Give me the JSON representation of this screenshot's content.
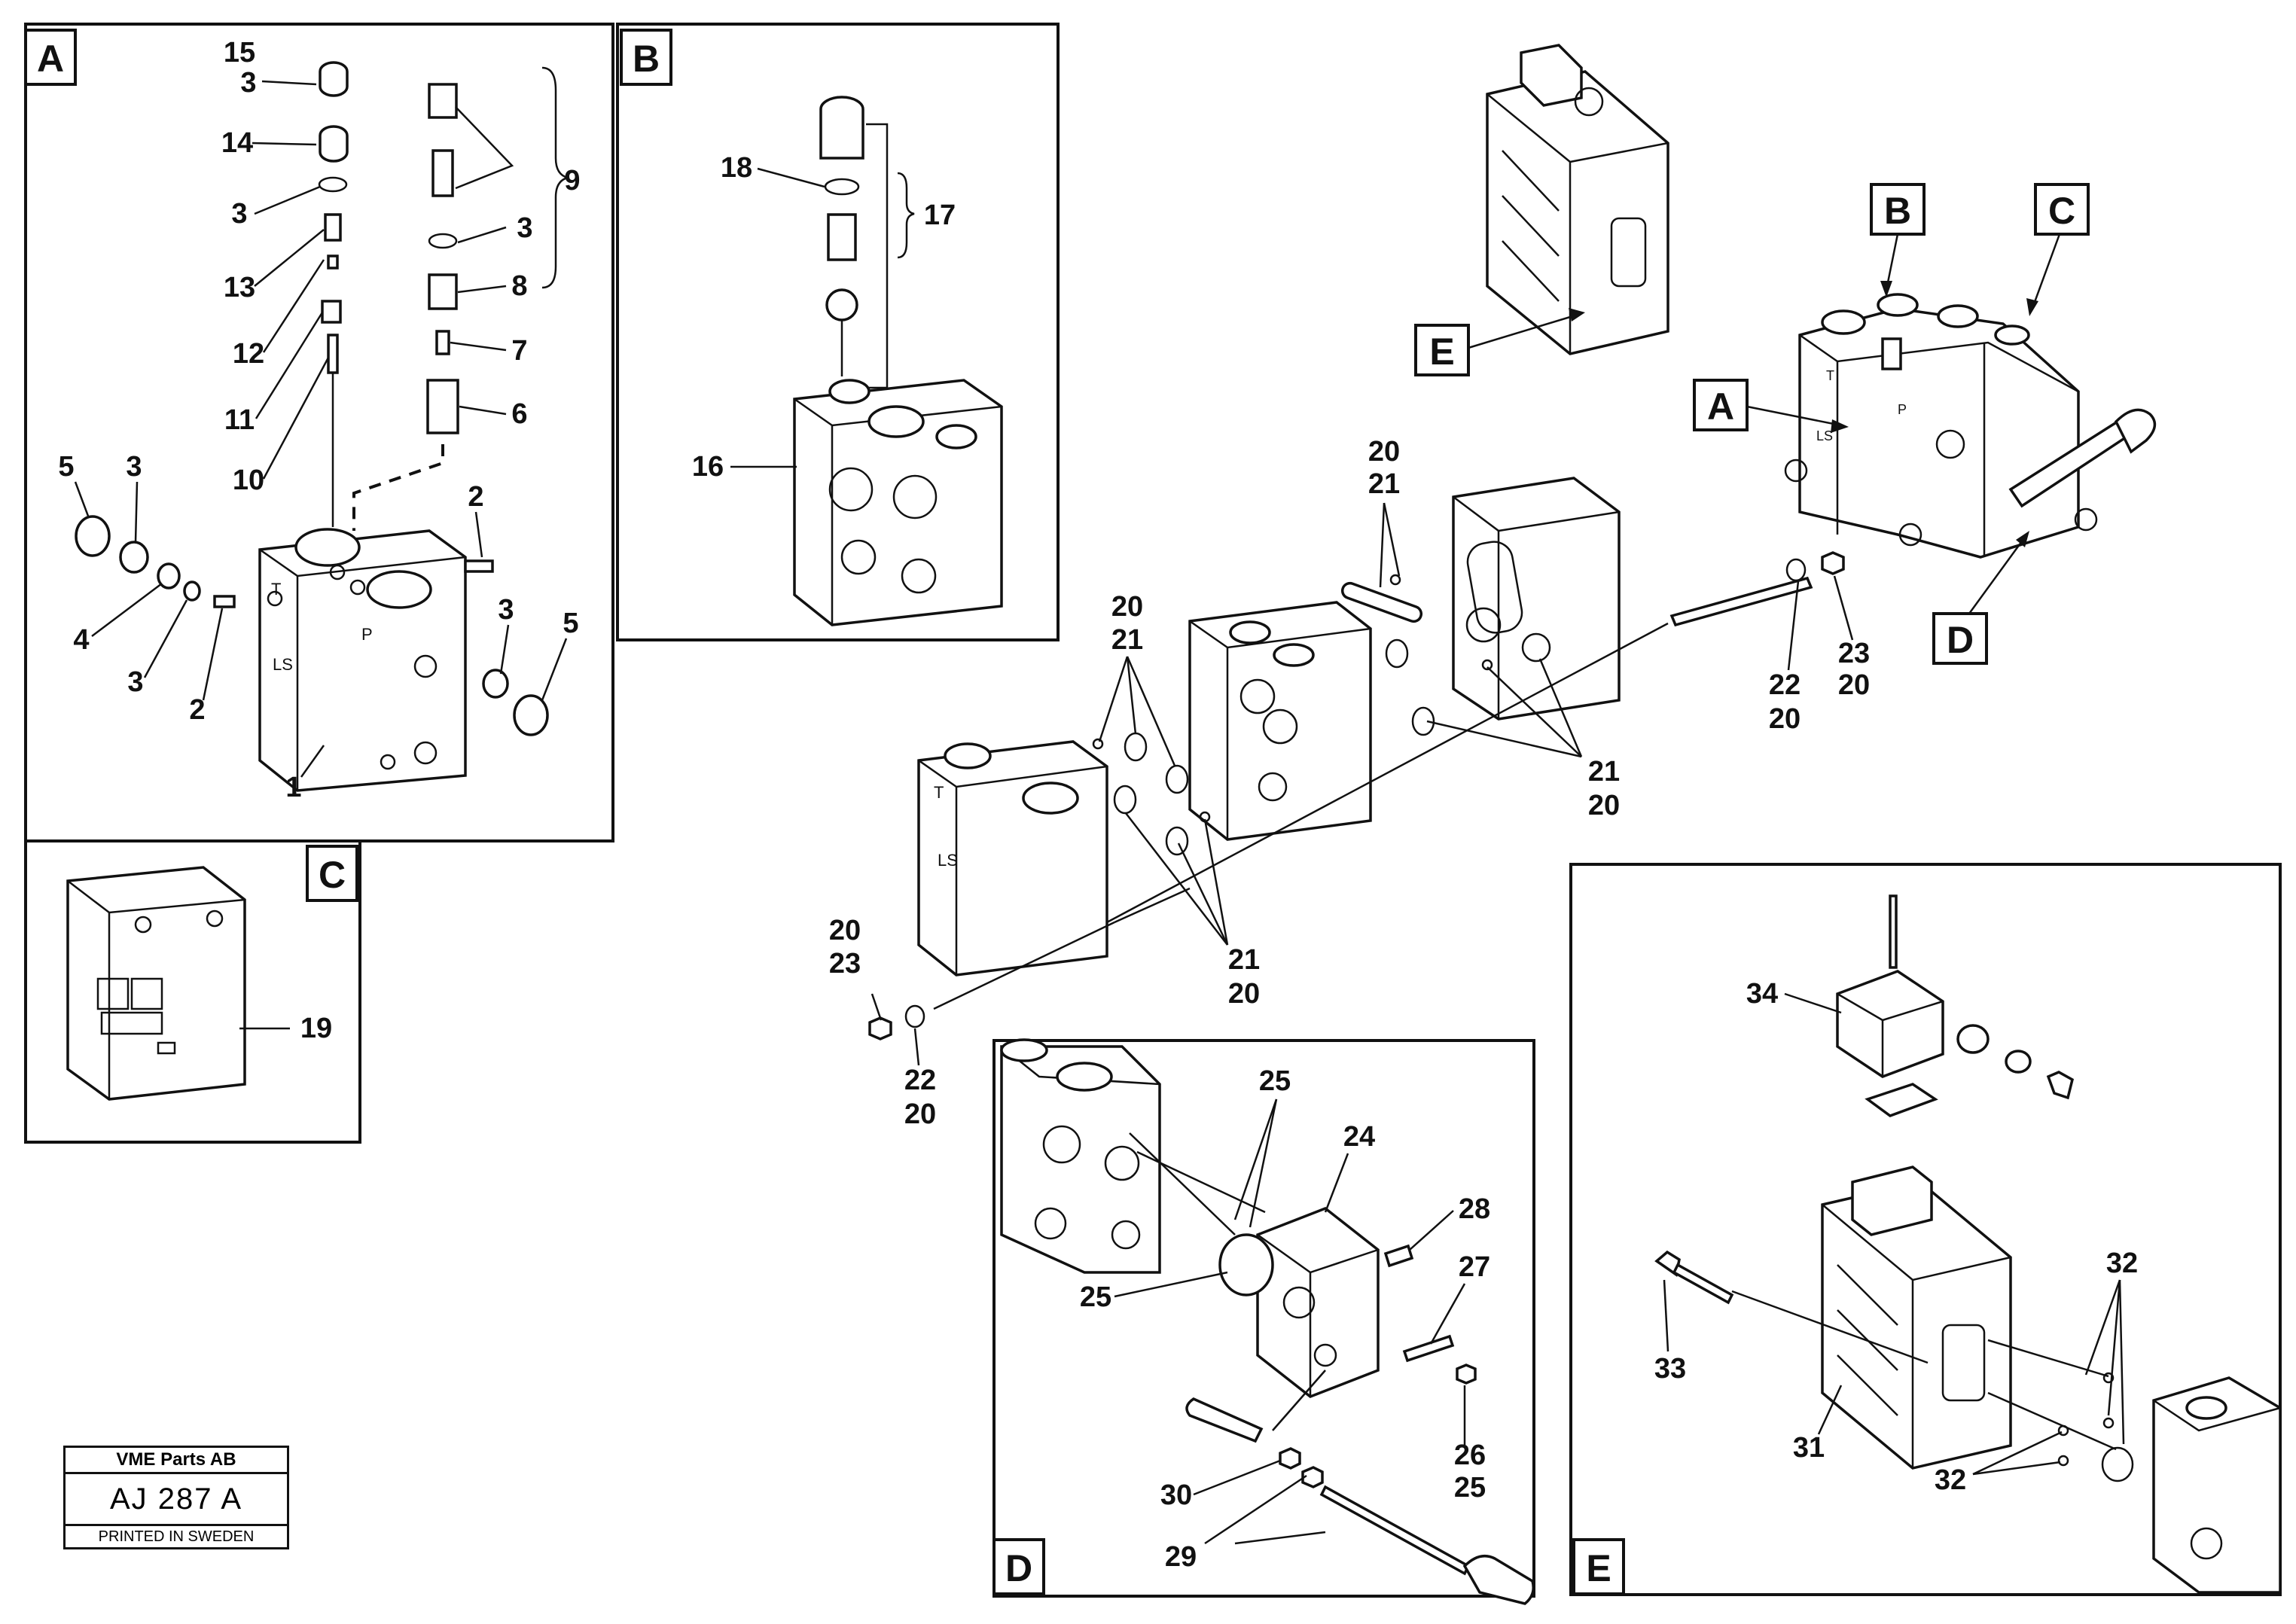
{
  "panel_tags": [
    "A",
    "B",
    "C",
    "D",
    "E"
  ],
  "overview_tags": [
    "A",
    "B",
    "C",
    "D",
    "E"
  ],
  "callouts": {
    "panel_a": [
      "15",
      "3",
      "14",
      "3",
      "13",
      "12",
      "11",
      "10",
      "9",
      "3",
      "8",
      "7",
      "6",
      "5",
      "3",
      "4",
      "3",
      "2",
      "2",
      "3",
      "5",
      "1"
    ],
    "panel_b": [
      "18",
      "17",
      "16"
    ],
    "panel_c": [
      "19"
    ],
    "main": [
      "20",
      "21",
      "20",
      "21",
      "21",
      "20",
      "21",
      "20",
      "22",
      "20",
      "23",
      "20",
      "20",
      "23",
      "22",
      "20"
    ],
    "panel_d": [
      "25",
      "24",
      "28",
      "27",
      "25",
      "26",
      "25",
      "30",
      "29"
    ],
    "panel_e": [
      "34",
      "32",
      "33",
      "31",
      "32"
    ]
  },
  "stamp": {
    "company": "VME Parts AB",
    "code": "AJ 287  A",
    "printed": "PRINTED IN SWEDEN"
  }
}
